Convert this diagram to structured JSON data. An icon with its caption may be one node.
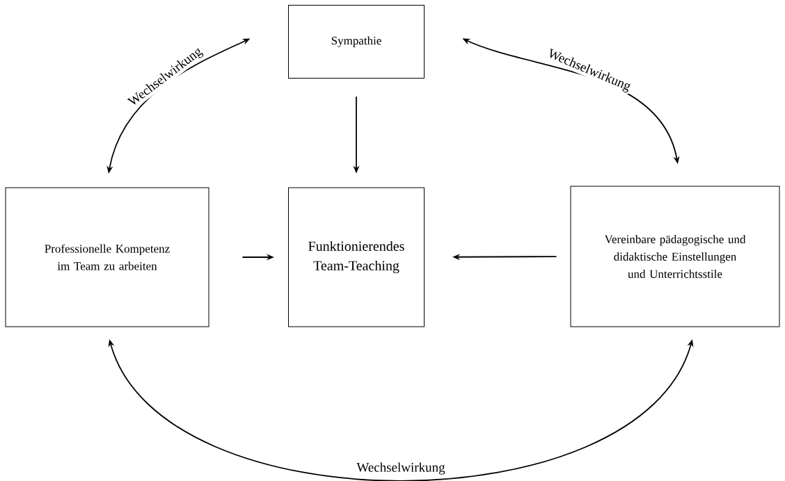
{
  "diagram": {
    "nodes": [
      {
        "text": [
          "Sympathie"
        ]
      },
      {
        "text": [
          "Professionelle Kompetenz im Team zu arbeiten"
        ]
      },
      {
        "text": [
          "Funktionierendes Team-Teaching"
        ]
      },
      {
        "text": [
          "Vereinbare pädagogische und didaktische Einstellungen und Unterrichtsstile"
        ]
      }
    ],
    "edges": [
      {
        "from": 0,
        "to": 2,
        "arrow": "to"
      },
      {
        "from": 1,
        "to": 2,
        "arrow": "to"
      },
      {
        "from": 3,
        "to": 2,
        "arrow": "to"
      },
      {
        "from": 1,
        "to": 0,
        "arrow": "both",
        "label": "Wechselwirkung"
      },
      {
        "from": 0,
        "to": 3,
        "arrow": "both",
        "label": "Wechselwirkung"
      },
      {
        "from": 1,
        "to": 3,
        "arrow": "both",
        "label": "Wechselwirkung"
      }
    ]
  }
}
